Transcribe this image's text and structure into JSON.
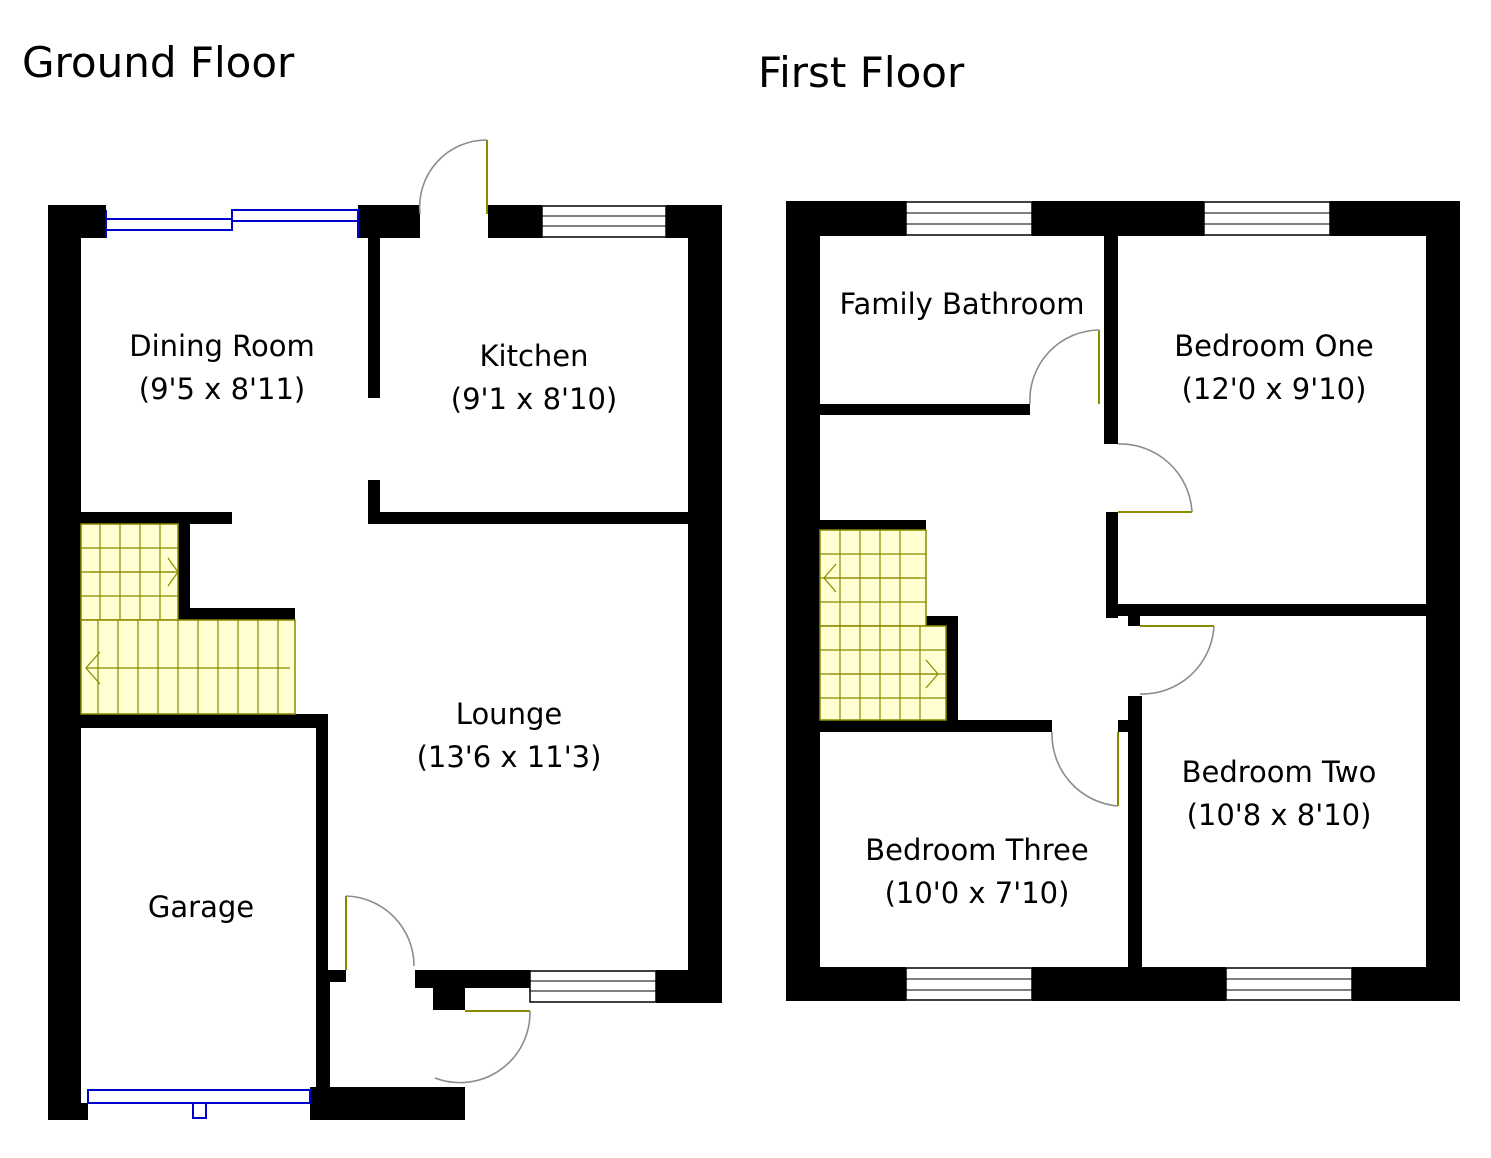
{
  "floors": {
    "ground": {
      "title": "Ground Floor",
      "rooms": {
        "dining": {
          "name": "Dining Room",
          "size": "(9'5 x 8'11)"
        },
        "kitchen": {
          "name": "Kitchen",
          "size": "(9'1 x 8'10)"
        },
        "lounge": {
          "name": "Lounge",
          "size": "(13'6 x 11'3)"
        },
        "garage": {
          "name": "Garage"
        }
      }
    },
    "first": {
      "title": "First Floor",
      "rooms": {
        "bathroom": {
          "name": "Family Bathroom"
        },
        "bed1": {
          "name": "Bedroom One",
          "size": "(12'0 x 9'10)"
        },
        "bed2": {
          "name": "Bedroom Two",
          "size": "(10'8 x 8'10)"
        },
        "bed3": {
          "name": "Bedroom Three",
          "size": "(10'0 x 7'10)"
        }
      }
    }
  },
  "colors": {
    "wall": "#000000",
    "stairs_fill": "#ffffd2",
    "stairs_line": "#8a8a00",
    "door_swing": "#8c8c8c",
    "glazing_blue": "#0000cc"
  }
}
